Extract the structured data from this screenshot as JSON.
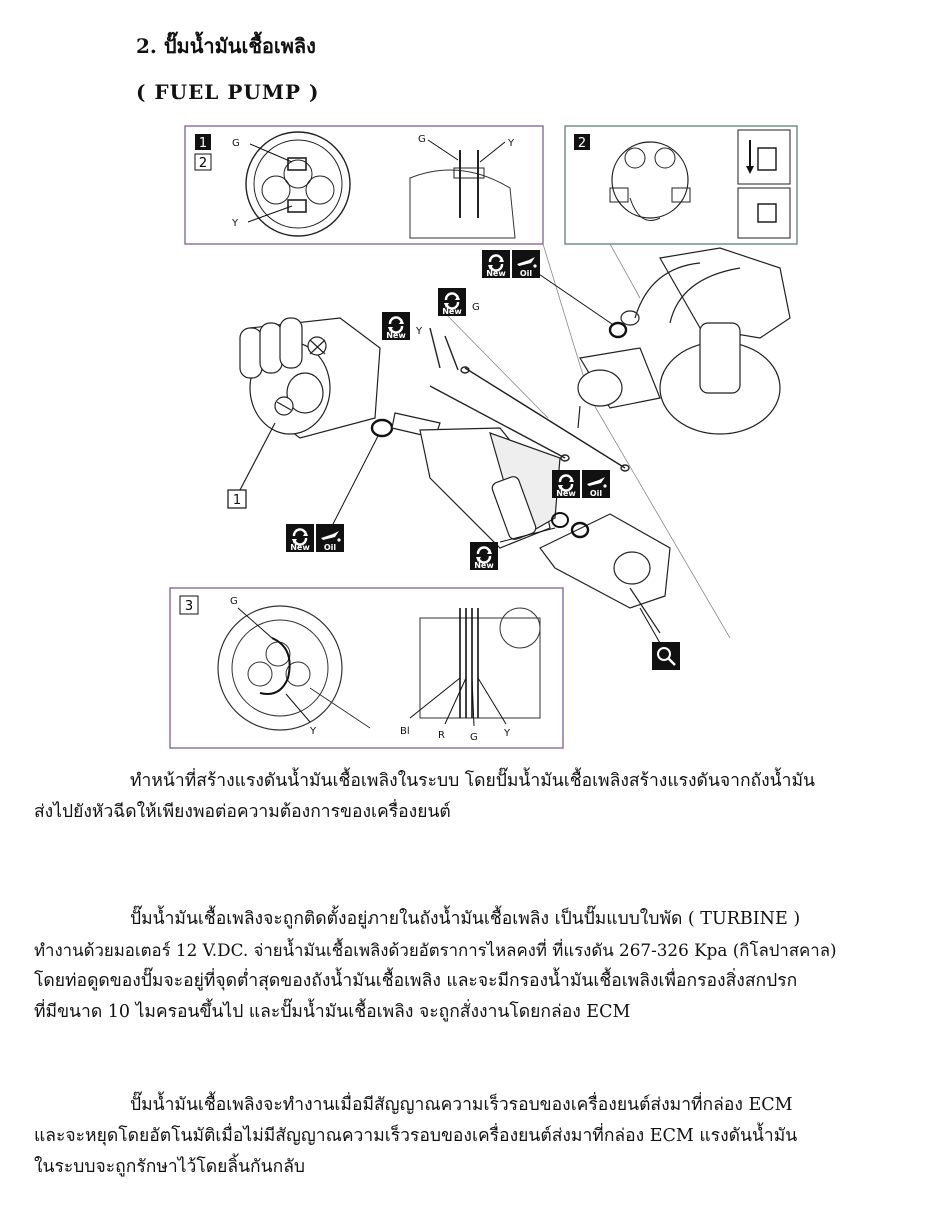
{
  "heading": {
    "thai": "2. ปั๊มน้ำมันเชื้อเพลิง",
    "english": "( FUEL  PUMP )"
  },
  "figure": {
    "labels": {
      "box1": "1",
      "box2": "2",
      "box3": "3",
      "g": "G",
      "y": "Y",
      "bl": "Bl",
      "r": "R"
    },
    "icon_new": "New",
    "icon_oil": "Oil"
  },
  "paragraphs": {
    "p1": [
      "ทำหน้าที่สร้างแรงดันน้ำมันเชื้อเพลิงในระบบ  โดยปั๊มน้ำมันเชื้อเพลิงสร้างแรงดันจากถังน้ำมัน",
      "ส่งไปยังหัวฉีดให้เพียงพอต่อความต้องการของเครื่องยนต์"
    ],
    "p2": [
      "ปั๊มน้ำมันเชื้อเพลิงจะถูกติดตั้งอยู่ภายในถังน้ำมันเชื้อเพลิง เป็นปั๊มแบบใบพัด ( TURBINE )",
      "ทำงานด้วยมอเตอร์ 12 V.DC. จ่ายน้ำมันเชื้อเพลิงด้วยอัตราการไหลคงที่ ที่แรงดัน 267-326  Kpa (กิโลปาสคาล)",
      "โดยท่อดูดของปั๊มจะอยู่ที่จุดต่ำสุดของถังน้ำมันเชื้อเพลิง  และจะมีกรองน้ำมันเชื้อเพลิงเพื่อกรองสิ่งสกปรก",
      "ที่มีขนาด  10 ไมครอนขึ้นไป  และปั๊มน้ำมันเชื้อเพลิง จะถูกสั่งงานโดยกล่อง ECM"
    ],
    "p3": [
      "ปั๊มน้ำมันเชื้อเพลิงจะทำงานเมื่อมีสัญญาณความเร็วรอบของเครื่องยนต์ส่งมาที่กล่อง ECM",
      "และจะหยุดโดยอัตโนมัติเมื่อไม่มีสัญญาณความเร็วรอบของเครื่องยนต์ส่งมาที่กล่อง ECM  แรงดันน้ำมัน",
      "ในระบบจะถูกรักษาไว้โดยลิ้นกันกลับ"
    ]
  }
}
